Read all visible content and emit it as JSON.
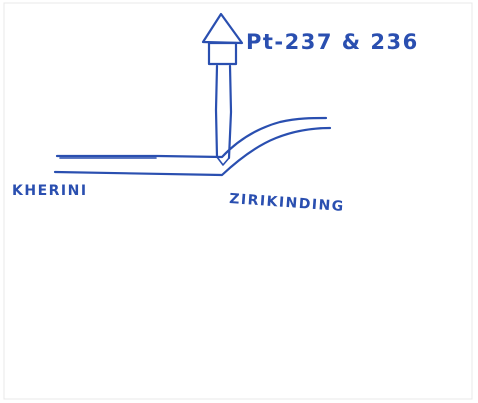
{
  "diagram": {
    "labels": {
      "left_place": "KHERINI",
      "junction_place": "ZIRIKINDING",
      "plot": "Pt-237 & 236"
    },
    "icons": {
      "plot_marker": "house-icon"
    },
    "colors": {
      "ink": "#2a4fb0",
      "background": "#ffffff"
    }
  }
}
